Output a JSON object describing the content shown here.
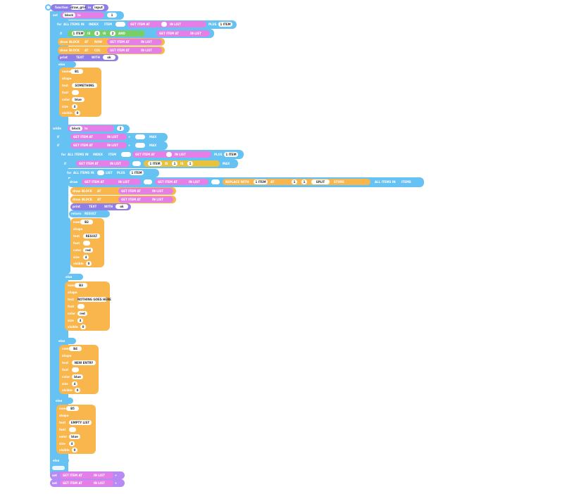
{
  "program": {
    "header": {
      "label": "function",
      "name": "draw_grid",
      "arg": "input"
    },
    "colors": {
      "control": "#67c2f4",
      "action": "#f9b64c",
      "variable": "#e57ee6",
      "function": "#8f7de8",
      "logic": "#78cf67",
      "math": "#e8c23d"
    },
    "lines": {
      "l1": {
        "kw": "set",
        "var": "block",
        "to": "to",
        "num": "1"
      },
      "l2": {
        "kw": "for",
        "a": "ALL ITEMS IN",
        "b": "INDEX",
        "c": "ITEM",
        "d": "GET ITEM AT",
        "e": "IN LIST",
        "f": "PLUS",
        "g": "1 ITEM"
      },
      "l3": {
        "kw": "if",
        "a": "1 ITEM",
        "b": "IS",
        "c": "1",
        "d": "IS",
        "e": "2",
        "f": "AND",
        "g": "GET ITEM AT",
        "h": "IN LIST"
      },
      "l4": {
        "kw": "draw",
        "a": "BLOCK",
        "b": "AT",
        "c": "ROW",
        "d": "GET ITEM AT",
        "e": "IN LIST"
      },
      "l5": {
        "kw": "draw",
        "a": "BLOCK",
        "b": "AT",
        "c": "COL",
        "d": "GET ITEM AT",
        "e": "IN LIST"
      },
      "l6": {
        "kw": "print",
        "a": "TEXT",
        "b": "WITH",
        "c": "ok"
      },
      "l7": {
        "kw": "else"
      }
    },
    "props": [
      {
        "key": "name",
        "val": "B1"
      },
      {
        "key": "shape",
        "val": ""
      },
      {
        "key": "text",
        "val": "SOMETHING"
      },
      {
        "key": "font",
        "val": ""
      },
      {
        "key": "color",
        "val": "blue"
      },
      {
        "key": "size",
        "val": "4"
      },
      {
        "key": "visible",
        "val": "0"
      }
    ],
    "section2": {
      "s1": {
        "kw": "while",
        "var": "block",
        "to": "to",
        "num": "2"
      },
      "s2": {
        "kw": "if",
        "a": "GET ITEM AT",
        "b": "IN LIST",
        "c": "+",
        "d": "MAX"
      },
      "s3": {
        "kw": "if",
        "a": "GET ITEM AT",
        "b": "IN LIST",
        "c": "+",
        "d": "MAX"
      },
      "s4": {
        "kw": "for",
        "a": "ALL ITEMS IN",
        "b": "INDEX",
        "c": "ITEM",
        "d": "GET ITEM AT",
        "e": "IN LIST",
        "f": "PLUS",
        "g": "1 ITEM"
      },
      "s5": {
        "kw": "if",
        "a": "GET ITEM AT",
        "b": "IN LIST",
        "c": "1 ITEM",
        "d": "IS",
        "e": "1",
        "f": "IS",
        "g": "1",
        "h": "MAX"
      },
      "s6": {
        "kw": "for",
        "a": "ALL ITEMS IN",
        "b": "LIST",
        "c": "PLUS",
        "d": "1 ITEM"
      },
      "s7": {
        "kw": "draw",
        "a": "GET ITEM AT",
        "b": "IN LIST",
        "c": "GET ITEM AT",
        "d": "IN LIST",
        "e": "REPLACE WITH",
        "f": "1 ITEM",
        "g": "AT",
        "h": "1",
        "i": "1",
        "j": "SPLIT",
        "k": "STORE",
        "l": "ALL ITEMS IN",
        "m": "ITEMS"
      },
      "s8": {
        "kw": "draw",
        "a": "BLOCK",
        "b": "AT",
        "c": "GET ITEM AT",
        "d": "IN LIST"
      },
      "s9": {
        "kw": "draw",
        "a": "BLOCK",
        "b": "AT",
        "c": "GET ITEM AT",
        "d": "IN LIST"
      },
      "s10": {
        "kw": "print",
        "a": "TEXT",
        "b": "WITH",
        "c": "ok"
      },
      "s11": {
        "kw": "return",
        "a": "RESULT"
      }
    },
    "propsB": [
      {
        "key": "name",
        "val": "B2"
      },
      {
        "key": "shape",
        "val": ""
      },
      {
        "key": "text",
        "val": "RESULT"
      },
      {
        "key": "font",
        "val": ""
      },
      {
        "key": "color",
        "val": "red"
      },
      {
        "key": "size",
        "val": "4"
      },
      {
        "key": "visible",
        "val": "0"
      }
    ],
    "propsC": [
      {
        "key": "name",
        "val": "B3"
      },
      {
        "key": "shape",
        "val": ""
      },
      {
        "key": "text",
        "val": "NOTHING GOES HERE"
      },
      {
        "key": "font",
        "val": ""
      },
      {
        "key": "color",
        "val": "red"
      },
      {
        "key": "size",
        "val": "4"
      },
      {
        "key": "visible",
        "val": "0"
      }
    ],
    "propsD": [
      {
        "key": "name",
        "val": "B4"
      },
      {
        "key": "shape",
        "val": ""
      },
      {
        "key": "text",
        "val": "NEW ENTRY"
      },
      {
        "key": "font",
        "val": ""
      },
      {
        "key": "color",
        "val": "blue"
      },
      {
        "key": "size",
        "val": "4"
      },
      {
        "key": "visible",
        "val": "0"
      }
    ],
    "propsE": [
      {
        "key": "name",
        "val": "B5"
      },
      {
        "key": "shape",
        "val": ""
      },
      {
        "key": "text",
        "val": "EMPTY LIST"
      },
      {
        "key": "font",
        "val": ""
      },
      {
        "key": "color",
        "val": "blue"
      },
      {
        "key": "size",
        "val": "4"
      },
      {
        "key": "visible",
        "val": "0"
      }
    ],
    "footer": {
      "f1": {
        "kw": "set",
        "a": "GET ITEM AT",
        "b": "IN LIST",
        "c": "+"
      },
      "f2": {
        "kw": "set",
        "a": "GET ITEM AT",
        "b": "IN LIST",
        "c": "+"
      }
    }
  }
}
